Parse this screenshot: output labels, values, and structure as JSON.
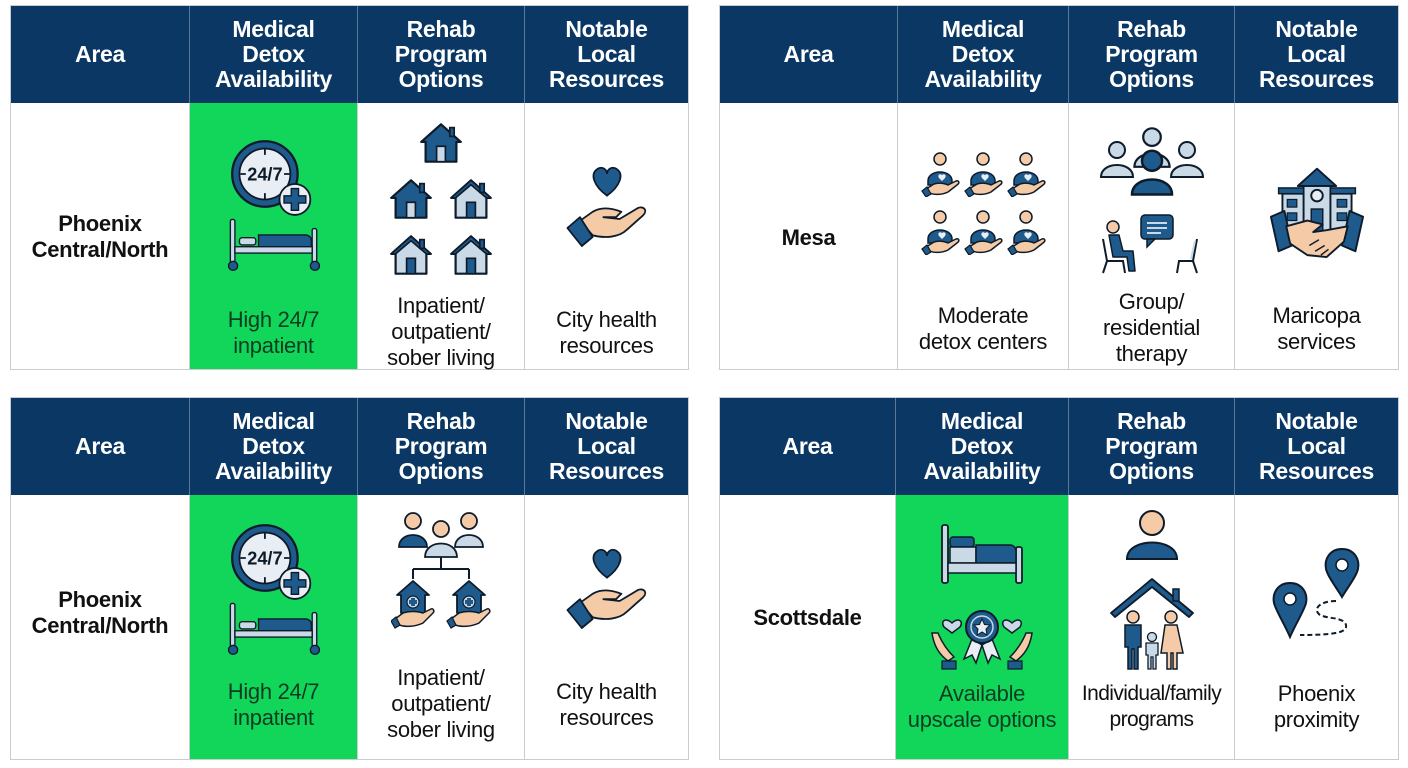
{
  "colors": {
    "header_bg": "#0b3764",
    "highlight_green": "#12d65a",
    "icon_blue": "#1e5a8c",
    "icon_light": "#c9d9e6",
    "skin": "#f5cba7",
    "border": "#c8cdd2"
  },
  "headers": {
    "area": "Area",
    "detox": "Medical\nDetox\nAvailability",
    "rehab": "Rehab\nProgram\nOptions",
    "resources": "Notable\nLocal\nResources"
  },
  "tables": [
    {
      "position": "top-left",
      "area": "Phoenix\nCentral/North",
      "detox": {
        "text": "High 24/7\ninpatient",
        "icon": "clock-24-7-bed-icon",
        "highlighted": true
      },
      "rehab": {
        "text": "Inpatient/\noutpatient/\nsober living",
        "icon": "five-houses-icon"
      },
      "resources": {
        "text": "City health\nresources",
        "icon": "hand-heart-icon"
      }
    },
    {
      "position": "top-right",
      "area": "Mesa",
      "detox": {
        "text": "Moderate\ndetox centers",
        "icon": "caregivers-grid-icon",
        "highlighted": false
      },
      "rehab": {
        "text": "Group/\nresidential\ntherapy",
        "icon": "group-therapy-icon"
      },
      "resources": {
        "text": "Maricopa\nservices",
        "icon": "building-handshake-icon"
      }
    },
    {
      "position": "bottom-left",
      "area": "Phoenix\nCentral/North",
      "detox": {
        "text": "High 24/7\ninpatient",
        "icon": "clock-24-7-bed-icon",
        "highlighted": true
      },
      "rehab": {
        "text": "Inpatient/\noutpatient/\nsober living",
        "icon": "people-to-care-homes-icon"
      },
      "resources": {
        "text": "City health\nresources",
        "icon": "hand-heart-icon"
      }
    },
    {
      "position": "bottom-right",
      "area": "Scottsdale",
      "detox": {
        "text": "Available\nupscale options",
        "icon": "bed-award-icon",
        "highlighted": true
      },
      "rehab": {
        "text": "Individual/family\nprograms",
        "icon": "person-family-house-icon"
      },
      "resources": {
        "text": "Phoenix\nproximity",
        "icon": "map-pins-route-icon"
      }
    }
  ]
}
